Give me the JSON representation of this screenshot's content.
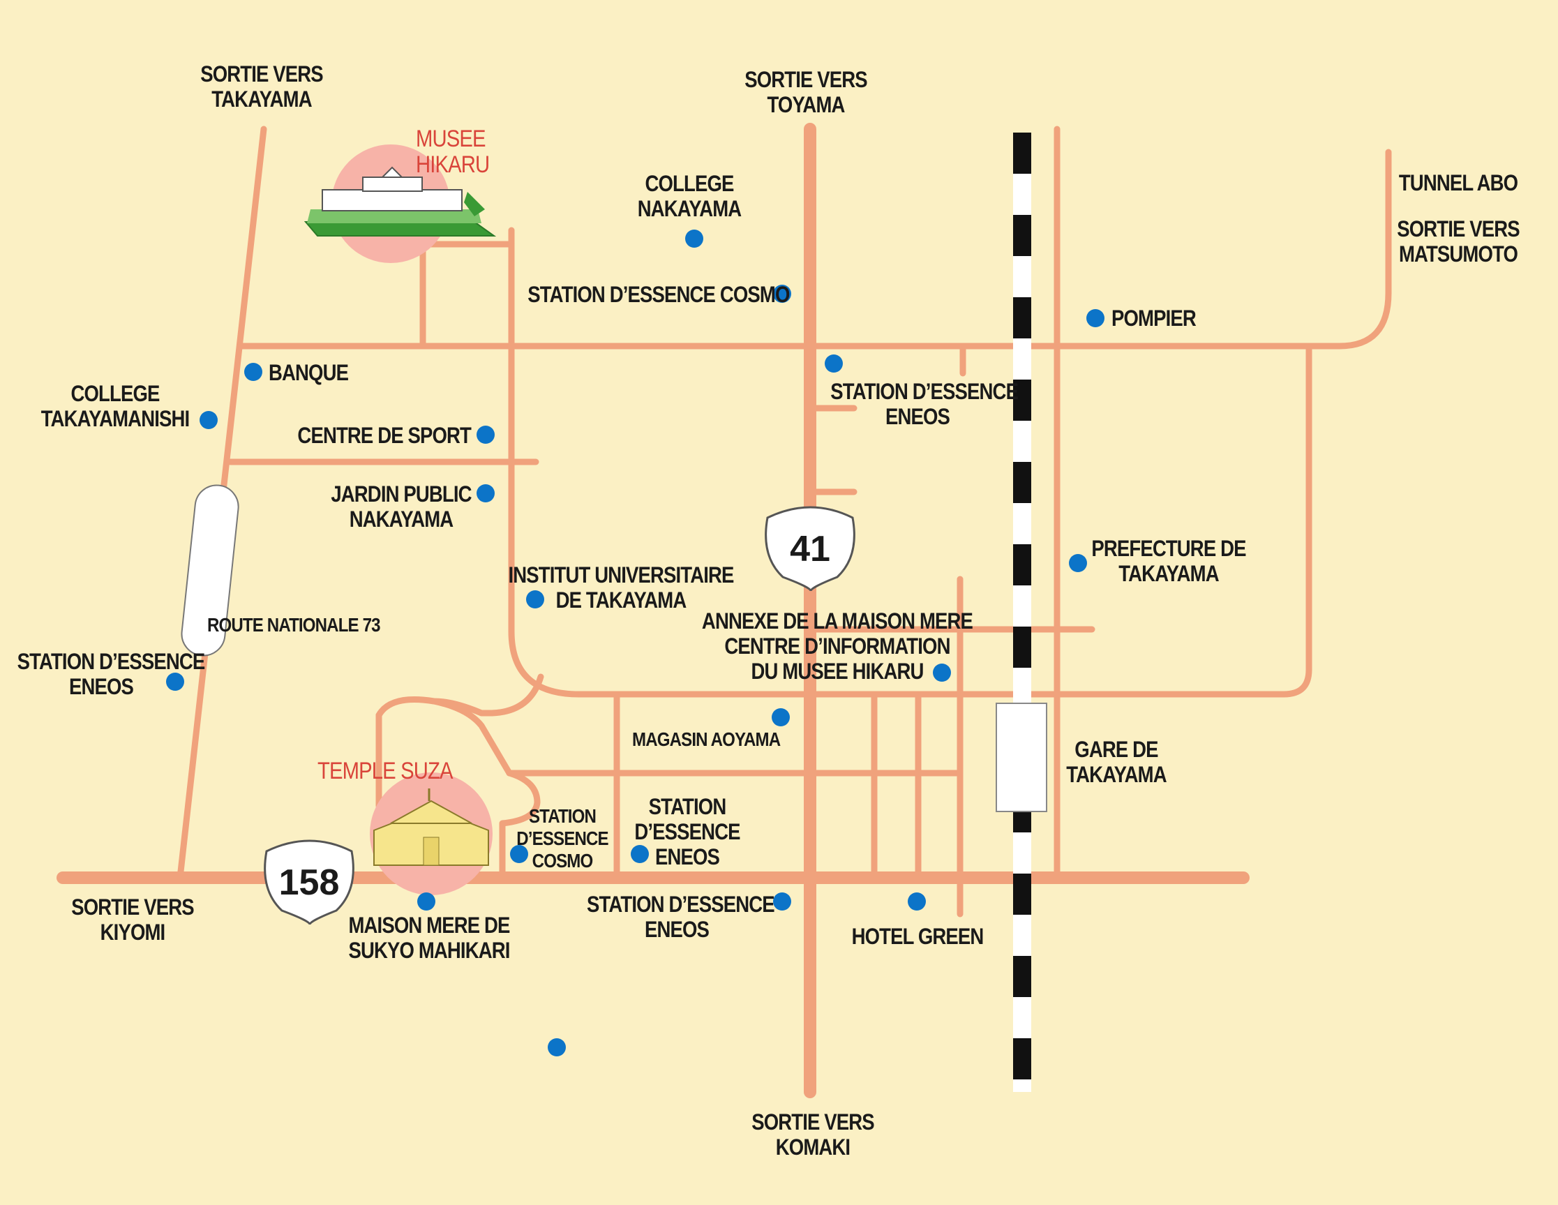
{
  "colors": {
    "background": "#fbf0c4",
    "road": "#f0a27c",
    "railway": "#111111",
    "poi_dot": "#0c74c8",
    "landmark_text": "#d9443a",
    "landmark_halo": "#f7b3a8"
  },
  "exits": {
    "takayama": "SORTIE VERS\nTAKAYAMA",
    "toyama": "SORTIE VERS\nTOYAMA",
    "matsumoto": "SORTIE VERS\nMATSUMOTO",
    "tunnel": "TUNNEL ABO",
    "kiyomi": "SORTIE VERS\nKIYOMI",
    "komaki": "SORTIE VERS\nKOMAKI"
  },
  "landmarks": {
    "musee": "MUSEE\nHIKARU",
    "temple": "TEMPLE SUZA"
  },
  "routes": {
    "r41": "41",
    "r158": "158",
    "route73": "ROUTE NATIONALE 73"
  },
  "places": {
    "college_nakayama": "COLLEGE\nNAKAYAMA",
    "cosmo_top": "STATION D’ESSENCE COSMO",
    "pompier": "POMPIER",
    "banque": "BANQUE",
    "college_takayamanishi": "COLLEGE\nTAKAYAMANISHI",
    "eneos_center": "STATION D’ESSENCE\nENEOS",
    "centre_sport": "CENTRE DE SPORT",
    "jardin": "JARDIN PUBLIC\nNAKAYAMA",
    "prefecture": "PREFECTURE DE\nTAKAYAMA",
    "institut": "INSTITUT UNIVERSITAIRE\nDE TAKAYAMA",
    "annexe": "ANNEXE DE LA MAISON MERE\nCENTRE D’INFORMATION\nDU MUSEE HIKARU",
    "eneos_left": "STATION D’ESSENCE\nENEOS",
    "magasin": "MAGASIN AOYAMA",
    "gare": "GARE DE\nTAKAYAMA",
    "cosmo_bottom": "STATION\nD’ESSENCE\nCOSMO",
    "eneos_mid": "STATION\nD’ESSENCE\nENEOS",
    "maison_mere": "MAISON MERE DE\nSUKYO MAHIKARI",
    "eneos_bottom": "STATION D’ESSENCE\nENEOS",
    "hotel": "HOTEL GREEN"
  }
}
